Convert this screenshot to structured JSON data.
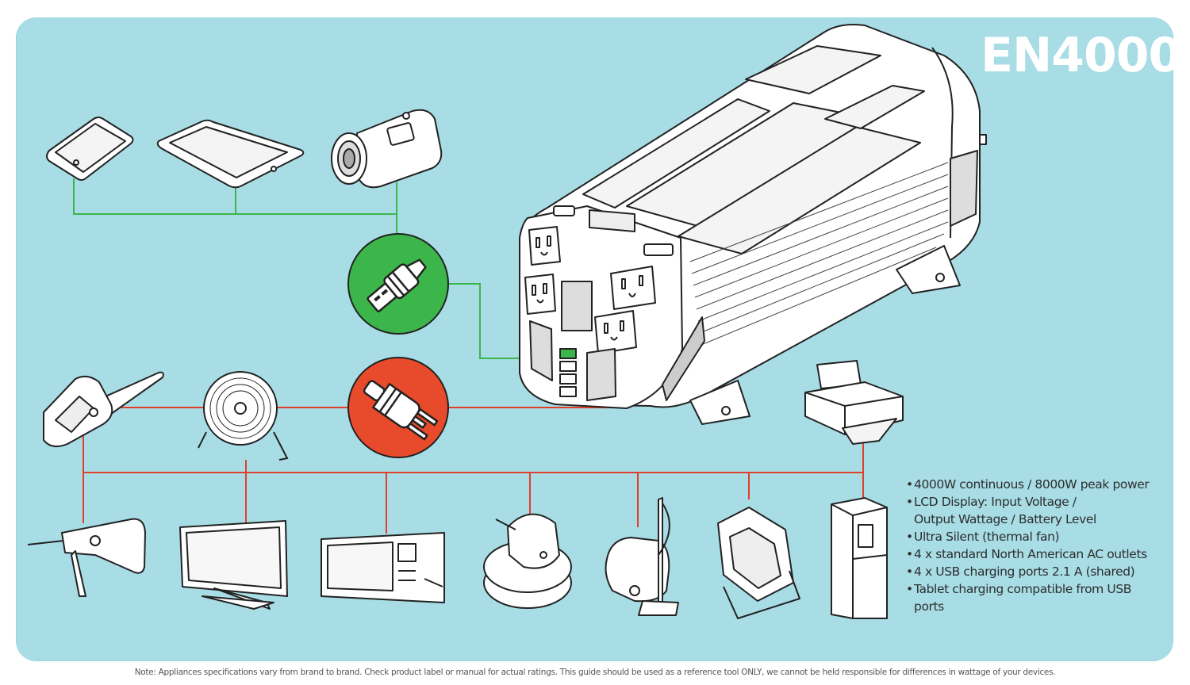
{
  "colors": {
    "panel_background": "#a8dde6",
    "outline": "#222222",
    "usb_line": "#3cb54a",
    "ac_line": "#e0402a",
    "usb_circle": "#3cb54a",
    "ac_circle": "#e84b2b",
    "title": "#ffffff"
  },
  "title": "EN4000",
  "features": [
    "4000W continuous / 8000W peak power",
    "LCD Display: Input Voltage /",
    "Output Wattage / Battery Level",
    "Ultra Silent (thermal fan)",
    "4 x standard North American AC outlets",
    "4 x USB charging ports 2.1 A (shared)",
    "Tablet charging compatible from USB ports"
  ],
  "footnote": "Note: Appliances specifications vary from brand to brand. Check product label or manual for actual ratings. This guide should be used as a reference tool ONLY, we cannot be held responsible for differences in wattage of your devices.",
  "icons": {
    "usb_devices": [
      "smartphone-icon",
      "tablet-icon",
      "camcorder-icon"
    ],
    "usb_connector": "usb-plug-icon",
    "ac_connector": "ac-plug-icon",
    "ac_devices": [
      "chainsaw-icon",
      "floor-fan-icon",
      "printer-icon",
      "hammer-drill-icon",
      "flat-tv-icon",
      "microwave-icon",
      "polisher-icon",
      "vacuum-cleaner-icon",
      "work-light-icon",
      "refrigerator-icon"
    ],
    "product": "power-inverter-icon"
  }
}
